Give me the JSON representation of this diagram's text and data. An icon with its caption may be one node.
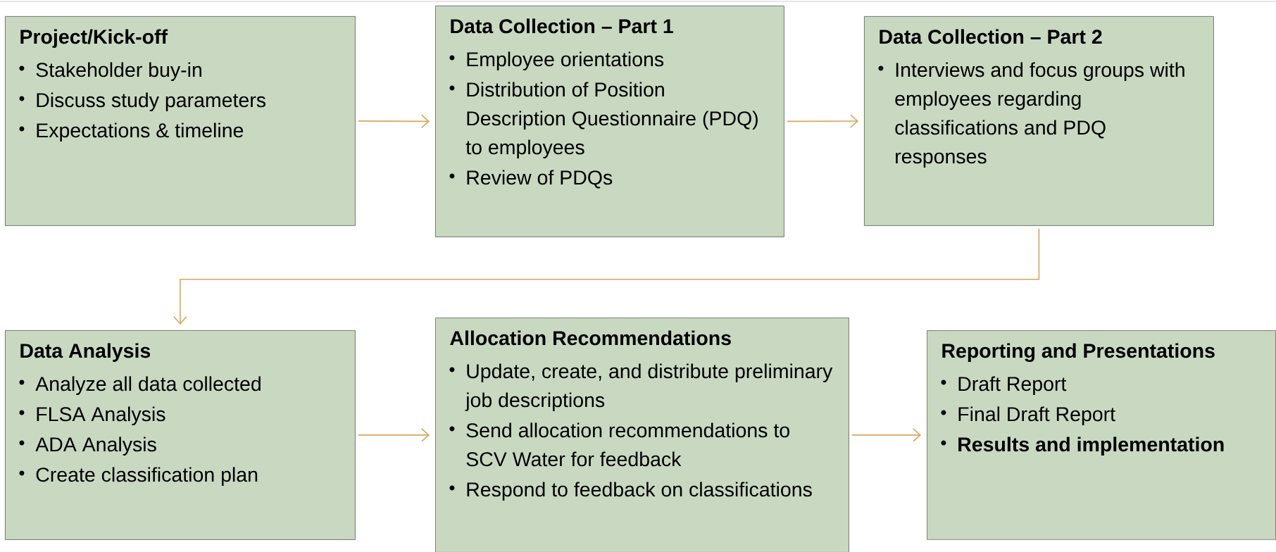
{
  "diagram": {
    "nodes": [
      {
        "text": [
          "Project/Kick-off",
          "Stakeholder buy-in",
          "Discuss study parameters",
          "Expectations & timeline"
        ]
      },
      {
        "text": [
          "Data Collection – Part 1",
          "Employee orientations",
          "Distribution of Position Description Questionnaire (PDQ) to employees",
          "Review of PDQs"
        ]
      },
      {
        "text": [
          "Data Collection – Part 2",
          "Interviews and focus groups with employees regarding classifications and PDQ responses"
        ]
      },
      {
        "text": [
          "Data Analysis",
          "Analyze all data collected",
          "FLSA Analysis",
          "ADA Analysis",
          "Create classification plan"
        ]
      },
      {
        "text": [
          "Allocation Recommendations",
          "Update, create, and distribute preliminary job descriptions",
          "Send allocation recommendations to SCV Water for feedback",
          "Respond to feedback on classifications"
        ]
      },
      {
        "text": [
          "Reporting and Presentations",
          "Draft Report",
          "Final Draft Report",
          "**Results and implementation**"
        ]
      }
    ],
    "edges": [
      {
        "from": 0,
        "to": 1,
        "arrow": "to"
      },
      {
        "from": 1,
        "to": 2,
        "arrow": "to"
      },
      {
        "from": 2,
        "to": 3,
        "arrow": "to"
      },
      {
        "from": 3,
        "to": 4,
        "arrow": "to"
      },
      {
        "from": 4,
        "to": 5,
        "arrow": "to"
      }
    ]
  }
}
